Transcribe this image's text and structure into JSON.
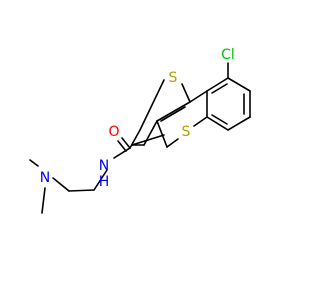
{
  "molecule": {
    "atoms": {
      "cl": {
        "text": "Cl",
        "color": "#00c000"
      },
      "s_thiophene": {
        "text": "S",
        "color": "#b8a000"
      },
      "s_thiopyran": {
        "text": "S",
        "color": "#b8a000"
      },
      "o": {
        "text": "O",
        "color": "#ff0000"
      },
      "n_amide": {
        "text": "N",
        "color": "#0000ff"
      },
      "h_amide": {
        "text": "H",
        "color": "#0000ff"
      },
      "n_amine": {
        "text": "N",
        "color": "#0000ff"
      }
    },
    "bond_color": "#000000",
    "background": "#ffffff"
  }
}
